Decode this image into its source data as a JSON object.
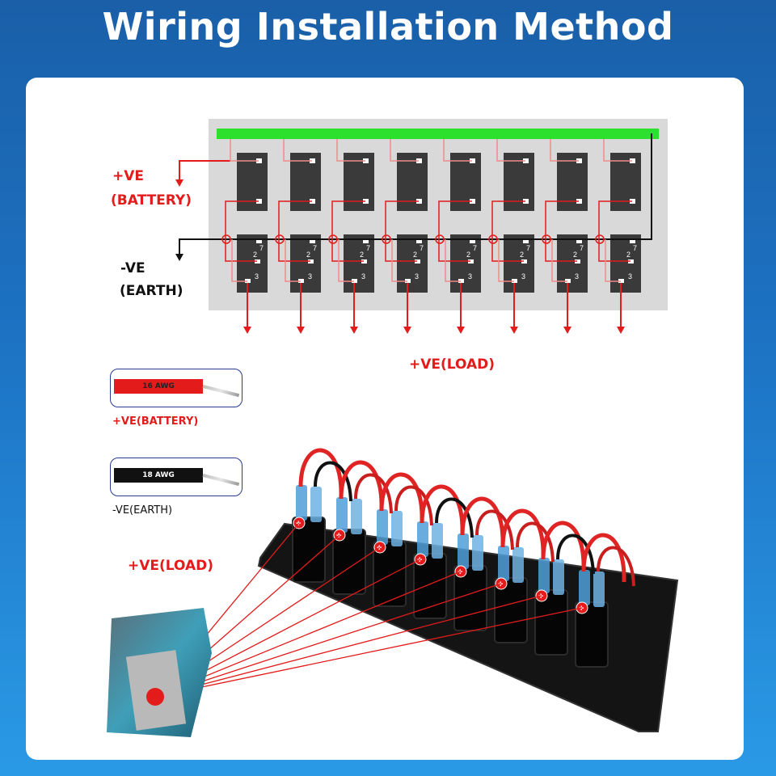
{
  "title": "Wiring Installation Method",
  "diagram": {
    "positive_label": "+VE",
    "positive_sub": "(BATTERY)",
    "negative_label": "-VE",
    "negative_sub": "(EARTH)",
    "load_label": "+VE(LOAD)",
    "switch_count": 8,
    "pin_numbers": [
      "2",
      "7",
      "3"
    ]
  },
  "legend": {
    "red_wire_text": "16 AWG",
    "red_wire_label": "+VE(BATTERY)",
    "black_wire_text": "18 AWG",
    "black_wire_label": "-VE(EARTH)"
  },
  "photo": {
    "load_label": "+VE(LOAD)",
    "terminal_mark": "+"
  },
  "colors": {
    "background": "#1d73c4",
    "positive": "#e31b1b",
    "negative": "#111111",
    "bus_bar": "#2ee02e",
    "panel": "#d9d9d9",
    "switch": "#3a3a3a",
    "card": "#ffffff"
  }
}
